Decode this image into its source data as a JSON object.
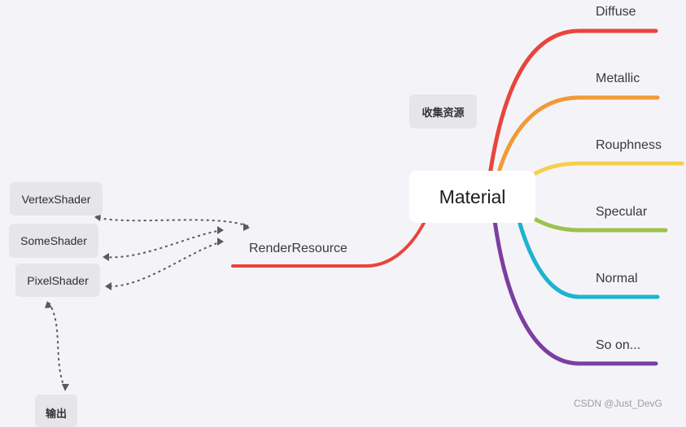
{
  "central": {
    "label": "Material"
  },
  "branches": [
    {
      "label": "Diffuse",
      "color": "#e8453c"
    },
    {
      "label": "Metallic",
      "color": "#f29a38"
    },
    {
      "label": "Rouphness",
      "color": "#f4cf4a"
    },
    {
      "label": "Specular",
      "color": "#9cc24a"
    },
    {
      "label": "Normal",
      "color": "#1fb3cf"
    },
    {
      "label": "So on...",
      "color": "#7b3fa0"
    }
  ],
  "left_branch": {
    "label": "RenderResource",
    "color": "#e8453c"
  },
  "floating": {
    "collect": "收集资源",
    "vertex": "VertexShader",
    "some": "SomeShader",
    "pixel": "PixelShader",
    "output": "输出"
  },
  "watermark": "CSDN @Just_DevG"
}
